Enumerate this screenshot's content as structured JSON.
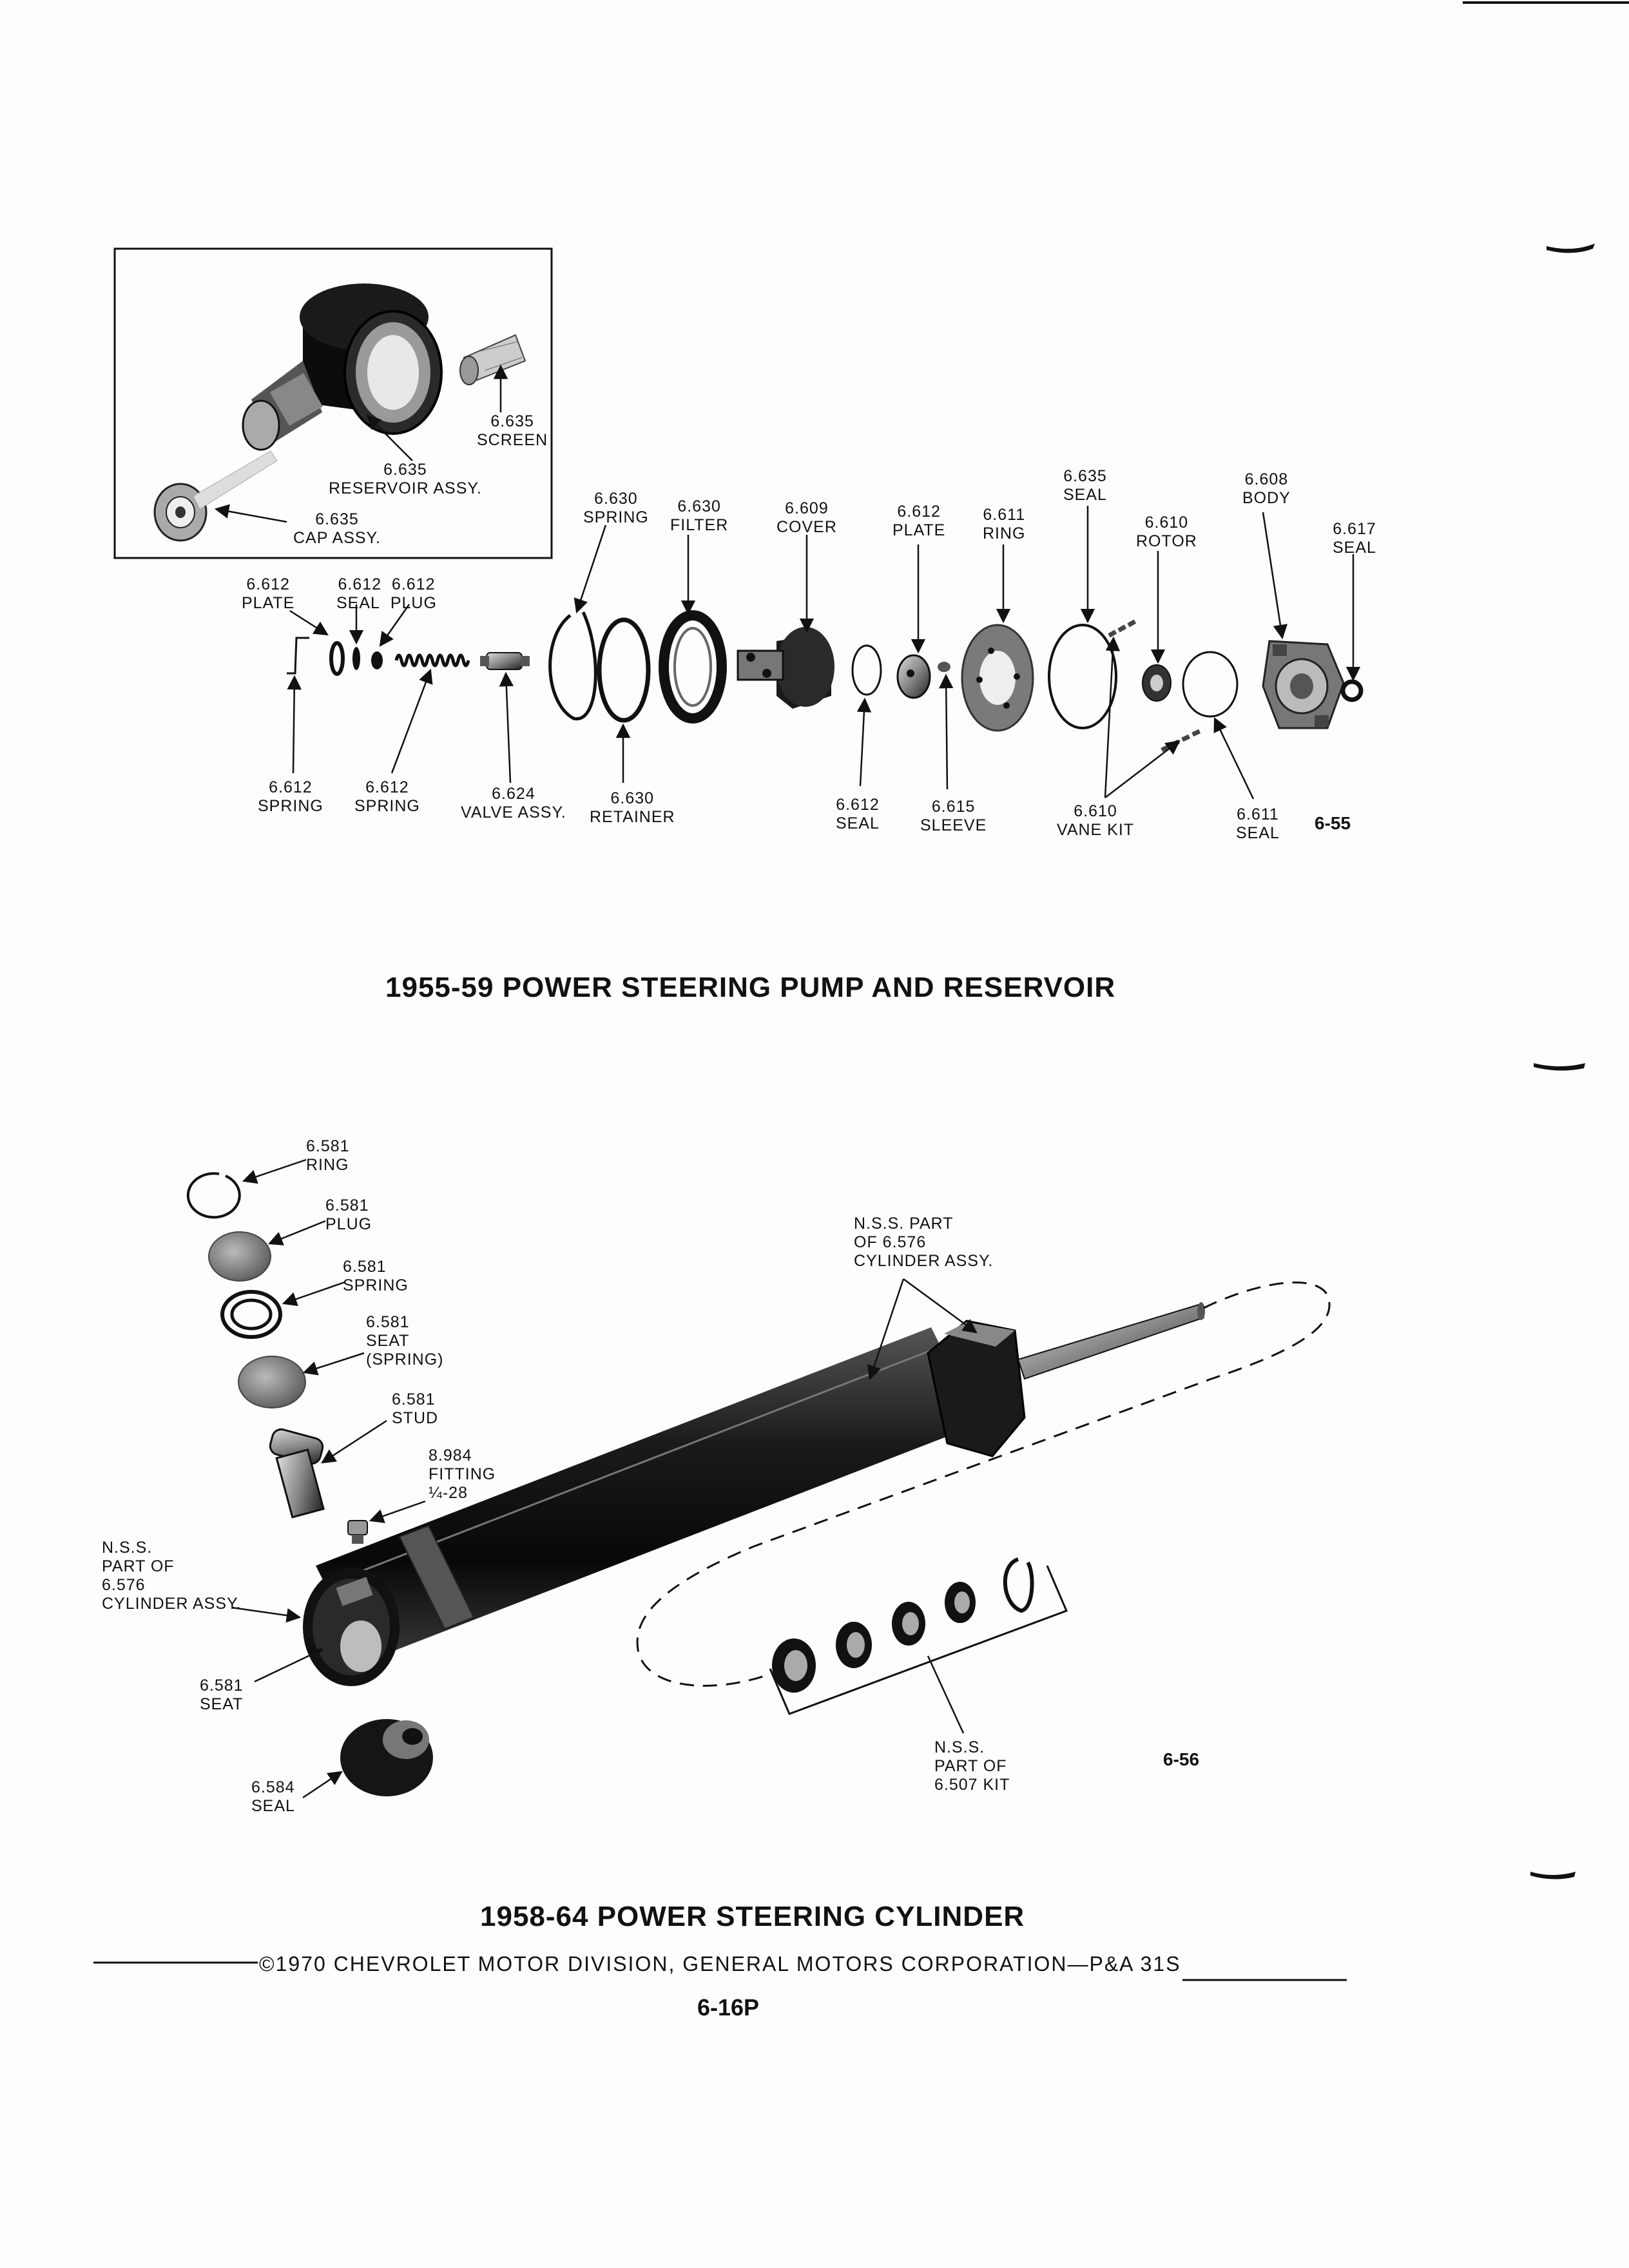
{
  "pump_section": {
    "title": "1955-59 POWER STEERING PUMP AND RESERVOIR",
    "figure_id": "6-55",
    "callouts": {
      "screen": {
        "num": "6.635",
        "name": "SCREEN"
      },
      "reservoir": {
        "num": "6.635",
        "name": "RESERVOIR ASSY."
      },
      "cap": {
        "num": "6.635",
        "name": "CAP ASSY."
      },
      "plate_left": {
        "num": "6.612",
        "name": "PLATE"
      },
      "seal_plug": {
        "num1": "6.612",
        "num2": "6.612",
        "name1": "SEAL",
        "name2": "PLUG"
      },
      "spring_a": {
        "num": "6.612",
        "name": "SPRING"
      },
      "spring_b": {
        "num": "6.612",
        "name": "SPRING"
      },
      "valve": {
        "num": "6.624",
        "name": "VALVE ASSY."
      },
      "spring_630": {
        "num": "6.630",
        "name": "SPRING"
      },
      "filter": {
        "num": "6.630",
        "name": "FILTER"
      },
      "retainer": {
        "num": "6.630",
        "name": "RETAINER"
      },
      "cover": {
        "num": "6.609",
        "name": "COVER"
      },
      "plate_612": {
        "num": "6.612",
        "name": "PLATE"
      },
      "seal_612": {
        "num": "6.612",
        "name": "SEAL"
      },
      "sleeve": {
        "num": "6.615",
        "name": "SLEEVE"
      },
      "ring_611": {
        "num": "6.611",
        "name": "RING"
      },
      "seal_635": {
        "num": "6.635",
        "name": "SEAL"
      },
      "rotor": {
        "num": "6.610",
        "name": "ROTOR"
      },
      "vane_kit": {
        "num": "6.610",
        "name": "VANE KIT"
      },
      "seal_611": {
        "num": "6.611",
        "name": "SEAL"
      },
      "body": {
        "num": "6.608",
        "name": "BODY"
      },
      "seal_617": {
        "num": "6.617",
        "name": "SEAL"
      }
    }
  },
  "cylinder_section": {
    "title": "1958-64 POWER STEERING CYLINDER",
    "figure_id": "6-56",
    "callouts": {
      "ring": {
        "num": "6.581",
        "name": "RING"
      },
      "plug": {
        "num": "6.581",
        "name": "PLUG"
      },
      "spring": {
        "num": "6.581",
        "name": "SPRING"
      },
      "seat_spring": {
        "num": "6.581",
        "name1": "SEAT",
        "name2": "(SPRING)"
      },
      "stud": {
        "num": "6.581",
        "name": "STUD"
      },
      "fitting": {
        "num": "8.984",
        "name1": "FITTING",
        "name2": "¼-28"
      },
      "nss_left": {
        "l1": "N.S.S.",
        "l2": "PART OF",
        "l3": "6.576",
        "l4": "CYLINDER ASSY."
      },
      "seat": {
        "num": "6.581",
        "name": "SEAT"
      },
      "seal": {
        "num": "6.584",
        "name": "SEAL"
      },
      "nss_top": {
        "l1": "N.S.S. PART",
        "l2": "OF 6.576",
        "l3": "CYLINDER ASSY."
      },
      "nss_kit": {
        "l1": "N.S.S.",
        "l2": "PART OF",
        "l3": "6.507 KIT"
      }
    }
  },
  "footer": {
    "copyright": "©1970 CHEVROLET MOTOR DIVISION, GENERAL MOTORS CORPORATION—P&A 31S",
    "page_number": "6-16P"
  }
}
